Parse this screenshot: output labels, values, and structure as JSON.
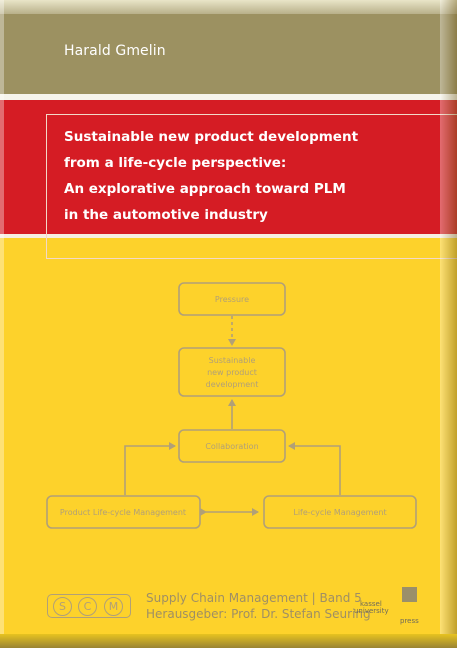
{
  "author": "Harald Gmelin",
  "title_lines": [
    "Sustainable new product development",
    "from a life-cycle perspective:",
    "An explorative approach toward PLM",
    "in the automotive industry"
  ],
  "diagram": {
    "pressure": "Pressure",
    "snpd_lines": [
      "Sustainable",
      "new product",
      "development"
    ],
    "collaboration": "Collaboration",
    "plm": "Product Life-cycle Management",
    "lcm": "Life-cycle Management"
  },
  "series": {
    "logo_letters": [
      "S",
      "C",
      "M"
    ],
    "line1": "Supply Chain Management | Band 5",
    "line2": "Herausgeber: Prof. Dr. Stefan Seuring"
  },
  "publisher": {
    "word1": "kassel",
    "word2": "university",
    "word3": "press"
  },
  "colors": {
    "yellow": "#fdd22b",
    "red": "#d51c24",
    "olive": "#9c9161",
    "diagram_line": "#b1a077"
  }
}
